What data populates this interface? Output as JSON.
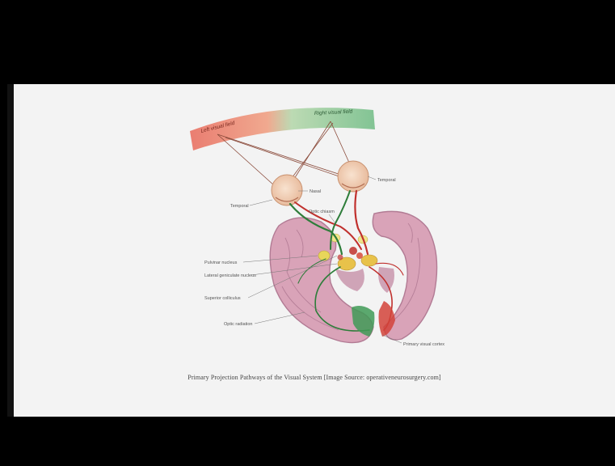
{
  "slide": {
    "caption": "Primary Projection Pathways of the Visual System [Image Source: operativeneurosurgery.com]"
  },
  "diagram": {
    "labels": {
      "left_visual_field": "Left visual field",
      "right_visual_field": "Right visual field",
      "temporal_left": "Temporal",
      "nasal": "Nasal",
      "temporal_right": "Temporal",
      "optic_chiasm": "Optic chiasm",
      "pulvinar_nucleus": "Pulvinar nucleus",
      "lateral_geniculate_nucleus": "Lateral geniculate nucleus",
      "superior_colliculus": "Superior colliculus",
      "optic_radiation": "Optic radiation",
      "primary_visual_cortex": "Primary visual cortex"
    },
    "colors": {
      "left_field": "#e9776a",
      "right_field": "#7cc18f",
      "brain": "#d9a3b8",
      "brain_dark": "#c07f9b",
      "pathway_red": "#c0302d",
      "pathway_green": "#2e7d3a",
      "eye": "#f0cdb0",
      "nucleus": "#e8d65a"
    }
  }
}
